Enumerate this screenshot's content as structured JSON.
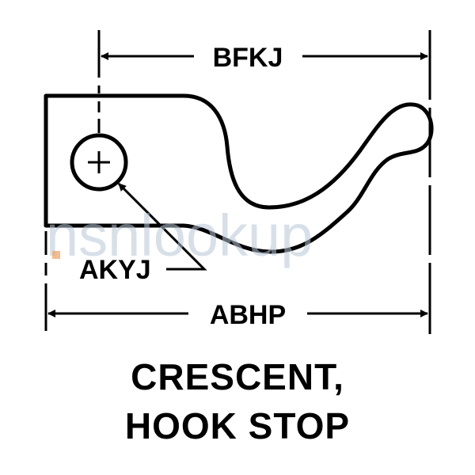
{
  "dimensions": {
    "top": "BFKJ",
    "bottom": "ABHP",
    "hole": "AKYJ"
  },
  "caption": {
    "line1": "CRESCENT,",
    "line2": "HOOK STOP"
  },
  "watermark": "nsnlookup",
  "colors": {
    "ink": "#000000",
    "watermark": "#b7c7d6",
    "watermark_accent": "#f0a060"
  }
}
